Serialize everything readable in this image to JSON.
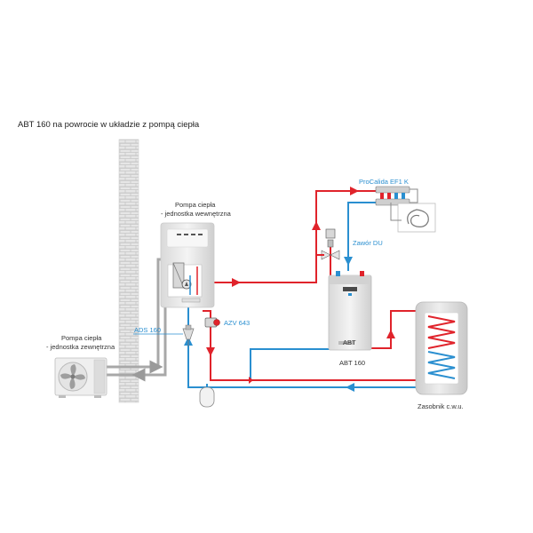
{
  "title": "ABT 160 na powrocie w układzie z pompą ciepła",
  "labels": {
    "indoor_unit_line1": "Pompa ciepła",
    "indoor_unit_line2": "- jednostka wewnętrzna",
    "outdoor_unit_line1": "Pompa ciepła",
    "outdoor_unit_line2": "- jednostka zewnętrzna",
    "manifold": "ProCalida EF1 K",
    "valve_du": "Zawór DU",
    "ads": "ADS 160",
    "azv": "AZV 643",
    "abt": "ABT 160",
    "tank": "Zasobnik c.w.u.",
    "abt_badge": "ABT"
  },
  "colors": {
    "hot": "#e0232b",
    "cold": "#2a8fd0",
    "pipe_grey": "#a8a8a8",
    "wall": "#e3e3e3",
    "wall_line": "#c4c4c4"
  }
}
